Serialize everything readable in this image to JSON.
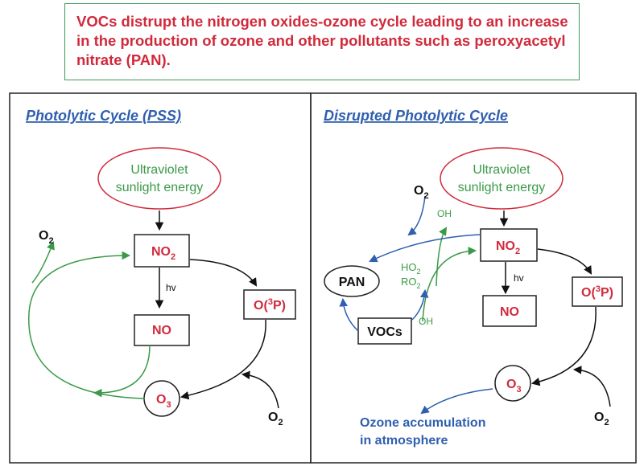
{
  "header": {
    "text": "VOCs distrupt the nitrogen oxides-ozone cycle leading to an increase in the production of ozone and other pollutants such as peroxyacetyl nitrate (PAN)."
  },
  "left_panel": {
    "title": "Photolytic Cycle (PSS)",
    "uv_line1": "Ultraviolet",
    "uv_line2": "sunlight energy",
    "no2": "NO",
    "no2_sub": "2",
    "hv": "hv",
    "no": "NO",
    "o3p_pre": "O(",
    "o3p_sup": "3",
    "o3p_post": "P)",
    "o3": "O",
    "o3_sub": "3",
    "o2_top": "O",
    "o2_top_sub": "2",
    "o2_bottom": "O",
    "o2_bottom_sub": "2"
  },
  "right_panel": {
    "title": "Disrupted Photolytic Cycle",
    "uv_line1": "Ultraviolet",
    "uv_line2": "sunlight energy",
    "no2": "NO",
    "no2_sub": "2",
    "hv": "hv",
    "no": "NO",
    "o3p_pre": "O(",
    "o3p_sup": "3",
    "o3p_post": "P)",
    "o3": "O",
    "o3_sub": "3",
    "o2_top": "O",
    "o2_top_sub": "2",
    "o2_bottom": "O",
    "o2_bottom_sub": "2",
    "pan": "PAN",
    "vocs": "VOCs",
    "oh_top": "OH",
    "oh_bottom": "OH",
    "ho2": "HO",
    "ho2_sub": "2",
    "ro2": "RO",
    "ro2_sub": "2",
    "accum_line1": "Ozone accumulation",
    "accum_line2": "in atmosphere"
  },
  "colors": {
    "red": "#d12a3c",
    "green": "#3a9a48",
    "blue": "#2f5fae",
    "black": "#111111",
    "header_border": "#3f9a57"
  }
}
